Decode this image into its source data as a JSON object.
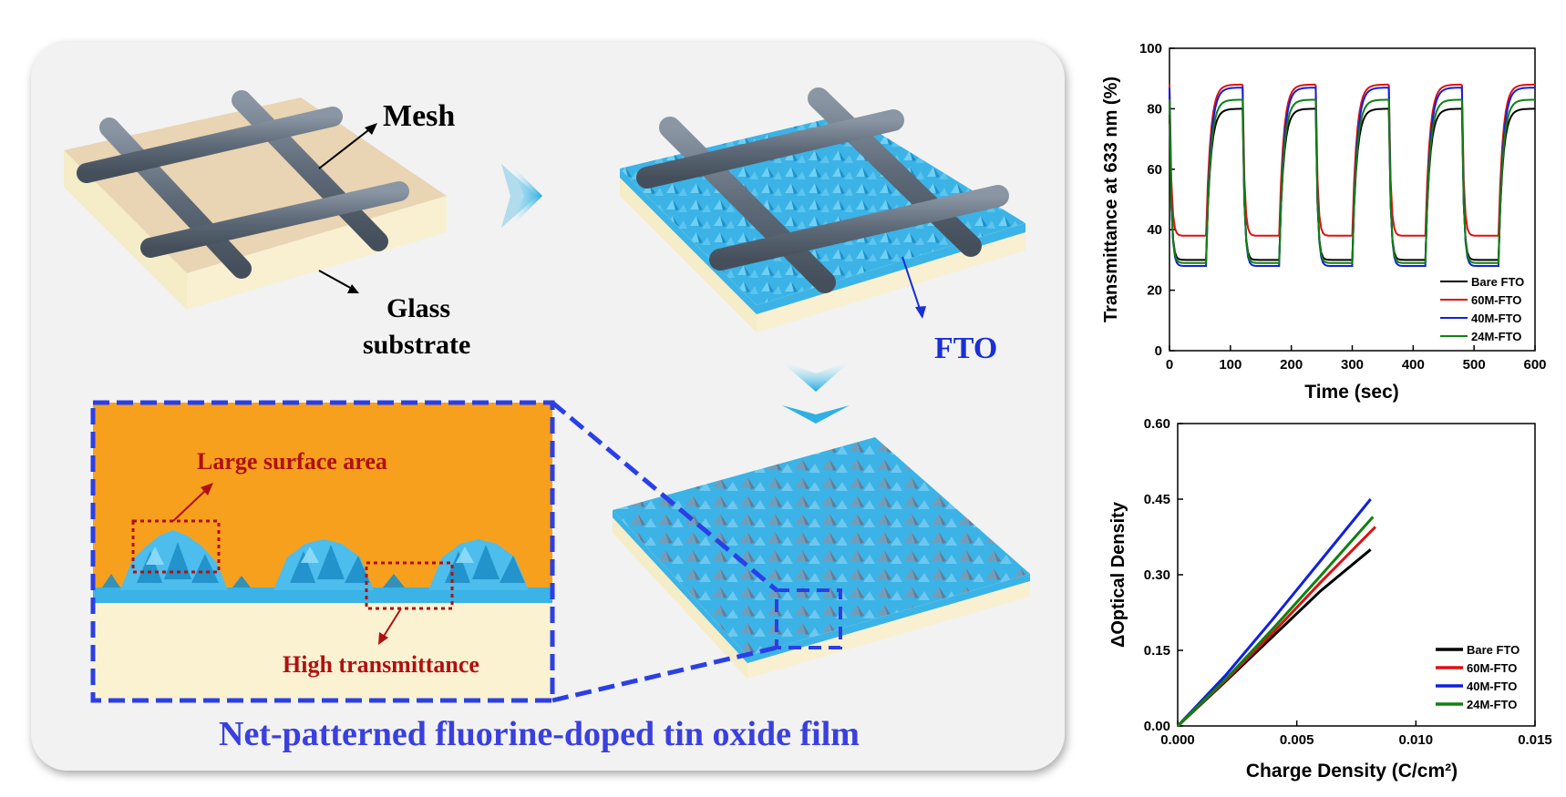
{
  "schematic": {
    "mesh_label": "Mesh",
    "glass_label_line1": "Glass",
    "glass_label_line2": "substrate",
    "fto_label": "FTO",
    "large_surface_label": "Large surface area",
    "high_transmittance_label": "High transmittance",
    "caption": "Net-patterned fluorine-doped tin oxide film"
  },
  "colors": {
    "panel_bg": "#f2f2f2",
    "glass": "#f5ecc8",
    "glass_side": "#e9d9a8",
    "fto_blue": "#3bb3e6",
    "mesh_gray": "#6b7785",
    "inset_bg": "#f7a01e",
    "dashed_blue": "#2b3fe6",
    "label_red": "#b01010",
    "fto_label_blue": "#1a2fd6"
  },
  "chart_data": [
    {
      "type": "line",
      "ylabel": "Transmittance at 633 nm (%)",
      "xlabel": "Time (sec)",
      "xlim": [
        0,
        600
      ],
      "ylim": [
        0,
        100
      ],
      "x_ticks": [
        "0",
        "100",
        "200",
        "300",
        "400",
        "500",
        "600"
      ],
      "y_ticks": [
        "0",
        "20",
        "40",
        "60",
        "80",
        "100"
      ],
      "legend_position": "bottom-right",
      "series": [
        {
          "name": "Bare FTO",
          "color": "#000000",
          "bleached": 80,
          "colored": 30
        },
        {
          "name": "60M-FTO",
          "color": "#e01010",
          "bleached": 88,
          "colored": 38
        },
        {
          "name": "40M-FTO",
          "color": "#1020e0",
          "bleached": 87,
          "colored": 28
        },
        {
          "name": "24M-FTO",
          "color": "#108010",
          "bleached": 83,
          "colored": 29
        }
      ],
      "period": 120,
      "cycles": 5
    },
    {
      "type": "line",
      "ylabel": "ΔOptical Density",
      "xlabel": "Charge Density (C/cm²)",
      "xlim": [
        0,
        0.015
      ],
      "ylim": [
        0,
        0.6
      ],
      "x_ticks": [
        "0.000",
        "0.005",
        "0.010",
        "0.015"
      ],
      "y_ticks": [
        "0.00",
        "0.15",
        "0.30",
        "0.45",
        "0.60"
      ],
      "legend_position": "bottom-right",
      "series": [
        {
          "name": "Bare FTO",
          "color": "#000000",
          "x": [
            0,
            0.002,
            0.004,
            0.006,
            0.0081
          ],
          "y": [
            0,
            0.088,
            0.178,
            0.268,
            0.35
          ]
        },
        {
          "name": "60M-FTO",
          "color": "#e01010",
          "x": [
            0,
            0.002,
            0.004,
            0.006,
            0.0083
          ],
          "y": [
            0,
            0.09,
            0.185,
            0.285,
            0.395
          ]
        },
        {
          "name": "40M-FTO",
          "color": "#1020e0",
          "x": [
            0,
            0.002,
            0.004,
            0.006,
            0.0081
          ],
          "y": [
            0,
            0.1,
            0.212,
            0.328,
            0.45
          ]
        },
        {
          "name": "24M-FTO",
          "color": "#108010",
          "x": [
            0,
            0.002,
            0.004,
            0.006,
            0.0082
          ],
          "y": [
            0,
            0.092,
            0.193,
            0.298,
            0.415
          ]
        }
      ]
    }
  ]
}
